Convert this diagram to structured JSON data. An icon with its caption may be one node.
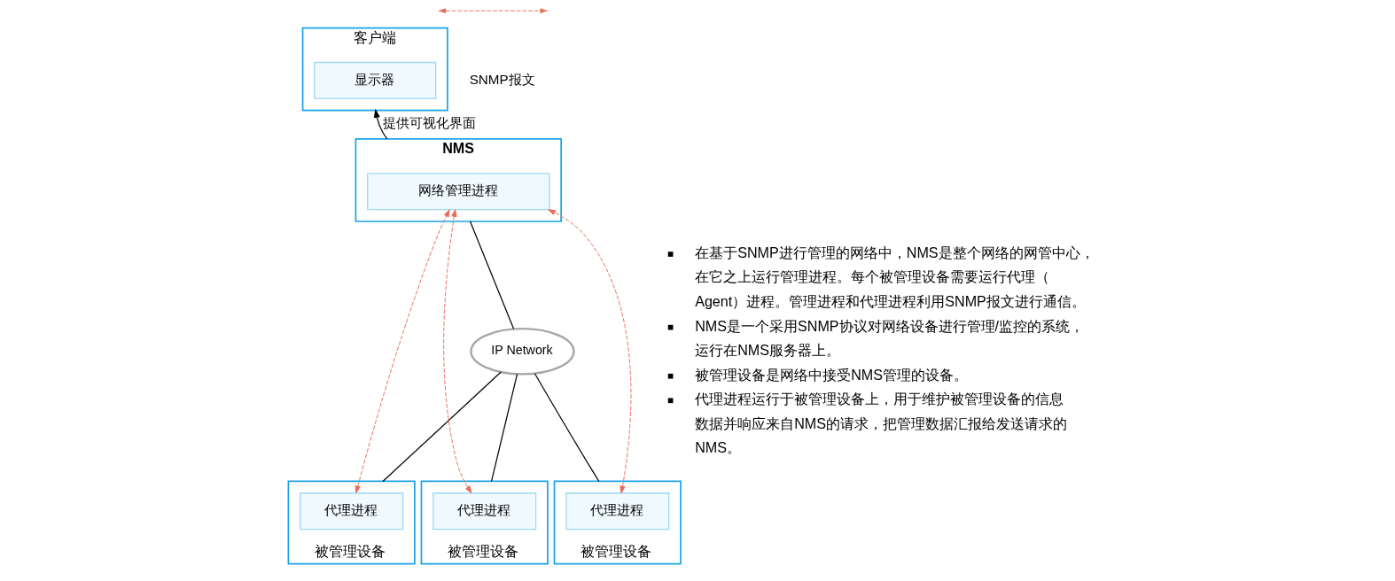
{
  "diagram": {
    "nodes": [
      {
        "text": [
          "客户端"
        ]
      },
      {
        "text": [
          "显示器"
        ],
        "in": 0
      },
      {
        "text": [
          "NMS"
        ]
      },
      {
        "text": [
          "网络管理进程"
        ],
        "in": 2
      },
      {
        "text": [
          "IP Network"
        ]
      },
      {
        "text": [
          "被管理设备"
        ]
      },
      {
        "text": [
          "代理进程"
        ],
        "in": 5
      },
      {
        "text": [
          "被管理设备"
        ]
      },
      {
        "text": [
          "代理进程"
        ],
        "in": 7
      },
      {
        "text": [
          "被管理设备"
        ]
      },
      {
        "text": [
          "代理进程"
        ],
        "in": 9
      }
    ],
    "edges": [
      {
        "from": 2,
        "to": 0,
        "arrow": "to",
        "label": "提供可视化界面"
      },
      {
        "from": 4,
        "to": 2,
        "arrow": "none"
      },
      {
        "from": 5,
        "to": 4,
        "arrow": "none"
      },
      {
        "from": 7,
        "to": 4,
        "arrow": "none"
      },
      {
        "from": 9,
        "to": 4,
        "arrow": "none"
      },
      {
        "from": 6,
        "to": 3,
        "arrow": "both",
        "style": "dashed",
        "color": "#e96b5a"
      },
      {
        "from": 8,
        "to": 3,
        "arrow": "both",
        "style": "dashed",
        "color": "#e96b5a"
      },
      {
        "from": 10,
        "to": 3,
        "arrow": "both",
        "style": "dashed",
        "color": "#e96b5a"
      }
    ],
    "labels": [
      "在基于SNMP进行管理的网络中，NMS是整个网络的网管中心，在它之上运行管理进程。每个被管理设备需要运行代理（Agent）进程。管理进程和代理进程利用SNMP报文进行通信。",
      "NMS是一个采用SNMP协议对网络设备进行管理/监控的系统，运行在NMS服务器上。",
      "被管理设备是网络中接受NMS管理的设备。",
      "代理进程运行于被管理设备上，用于维护被管理设备的信息数据并响应来自NMS的请求，把管理数据汇报给发送请求的NMS。"
    ],
    "legend": [
      {
        "text": "SNMP报文"
      }
    ]
  }
}
